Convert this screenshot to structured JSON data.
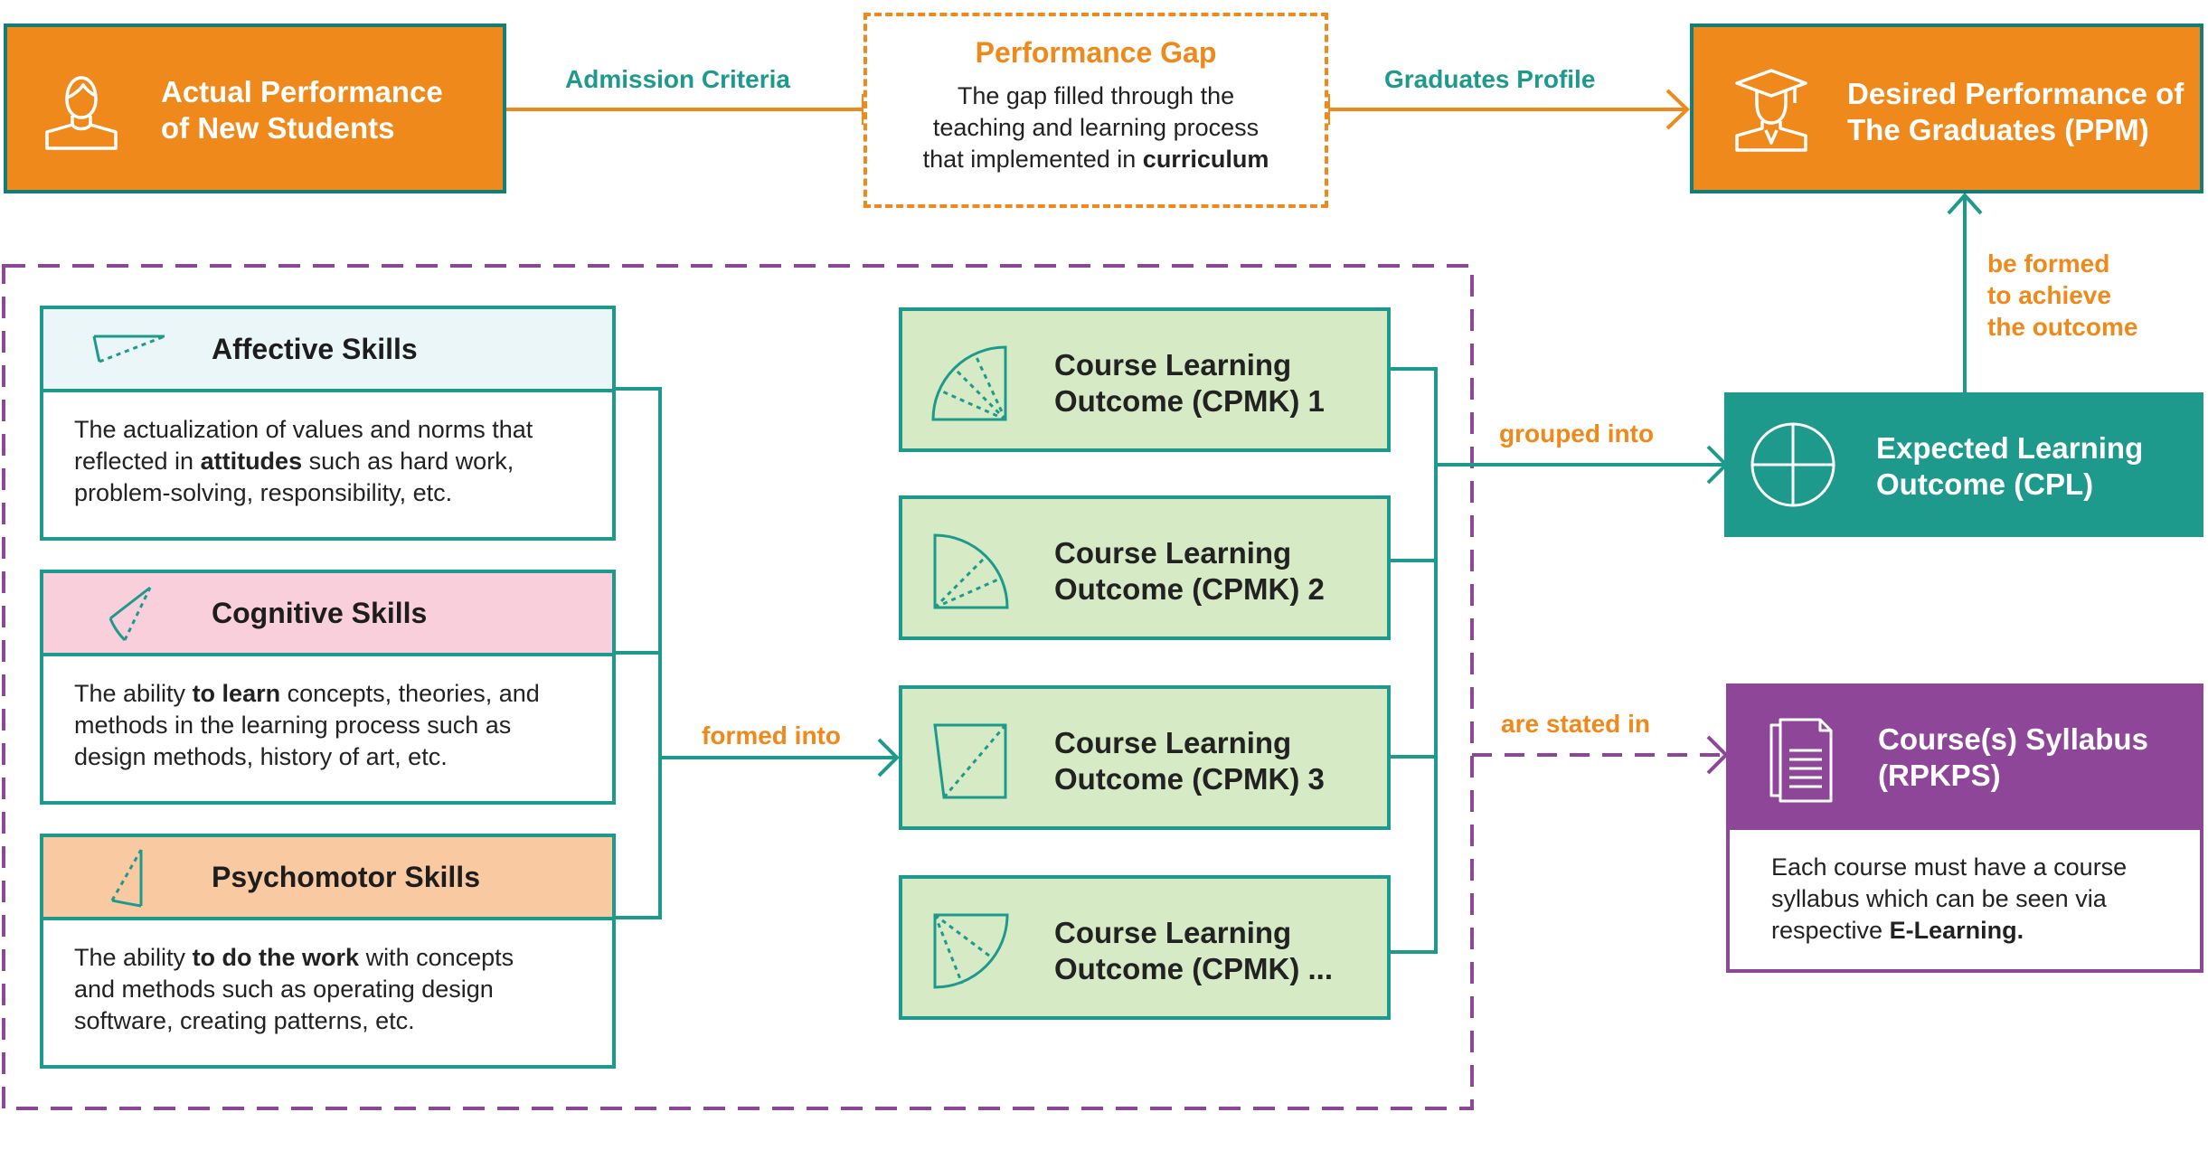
{
  "top_row": {
    "actual": {
      "line1": "Actual Performance",
      "line2": "of New Students"
    },
    "admission_label": "Admission Criteria",
    "gap": {
      "title": "Performance Gap",
      "line1": "The gap filled through the",
      "line2": "teaching and learning process",
      "line3_prefix": "that implemented in ",
      "line3_bold": "curriculum"
    },
    "graduates_label": "Graduates Profile",
    "desired": {
      "line1": "Desired Performance of",
      "line2": "The Graduates (PPM)"
    }
  },
  "skills": [
    {
      "name": "Affective Skills",
      "head_color": "#EAF6F8",
      "line1": "The actualization of values and norms that",
      "line2_prefix": "reflected in ",
      "line2_bold": "attitudes",
      "line2_suffix": " such as hard work,",
      "line3": "problem-solving, responsibility, etc."
    },
    {
      "name": "Cognitive Skills",
      "head_color": "#F8CFDA",
      "line1_prefix": "The ability ",
      "line1_bold": "to learn",
      "line1_suffix": " concepts, theories, and",
      "line2": "methods in the learning process such as",
      "line3": "design methods, history of art, etc."
    },
    {
      "name": "Psychomotor Skills",
      "head_color": "#F9C9A2",
      "line1_prefix": "The ability ",
      "line1_bold": "to do the work",
      "line1_suffix": " with concepts",
      "line2": "and methods such as operating design",
      "line3": "software, creating patterns, etc."
    }
  ],
  "formed_into_label": "formed into",
  "cpmk": [
    {
      "line1": "Course Learning",
      "line2": "Outcome (CPMK) 1"
    },
    {
      "line1": "Course Learning",
      "line2": "Outcome (CPMK) 2"
    },
    {
      "line1": "Course Learning",
      "line2": "Outcome (CPMK) 3"
    },
    {
      "line1": "Course Learning",
      "line2": "Outcome (CPMK) ..."
    }
  ],
  "grouped_into_label": "grouped into",
  "stated_in_label": "are stated in",
  "be_formed_label": {
    "line1": "be formed",
    "line2": "to achieve",
    "line3": "the outcome"
  },
  "cpl": {
    "line1": "Expected Learning",
    "line2": "Outcome (CPL)"
  },
  "syllabus": {
    "title1": "Course(s) Syllabus",
    "title2": "(RPKPS)",
    "line1": "Each course must have a course",
    "line2": "syllabus which can be seen via",
    "line3_prefix": "respective ",
    "line3_bold": "E-Learning."
  },
  "icons": {
    "student": "student-icon",
    "graduate": "graduate-icon",
    "cpl": "circle-cross-icon",
    "syllabus": "document-icon"
  },
  "colors": {
    "orange": "#F0891B",
    "teal": "#1E9A8C",
    "purple": "#8E4698",
    "cpmk_fill": "#D6EBC5"
  }
}
